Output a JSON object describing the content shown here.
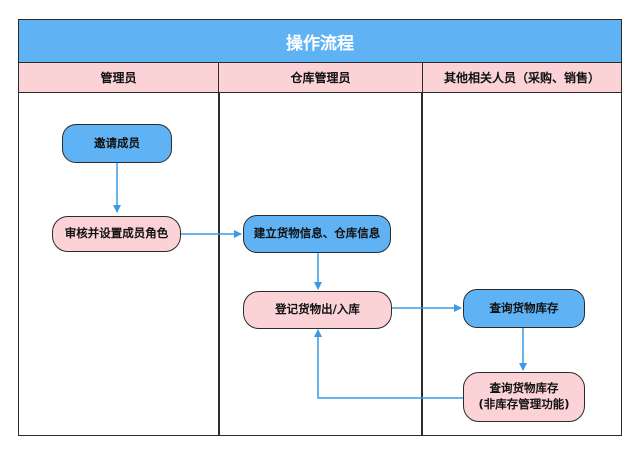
{
  "title": "操作流程",
  "lanes": [
    "管理员",
    "仓库管理员",
    "其他相关人员（采购、销售）"
  ],
  "nodes": {
    "invite": "邀请成员",
    "review": "审核并设置成员角色",
    "create_info": "建立货物信息、仓库信息",
    "register": "登记货物出/入库",
    "query": "查询货物库存",
    "query_nonmgmt_line1": "查询货物库存",
    "query_nonmgmt_line2": "(非库存管理功能)"
  },
  "colors": {
    "title_bg": "#5fb2f3",
    "lane_header_bg": "#fbd3d6",
    "node_blue": "#5fb2f3",
    "node_pink": "#fbd3d6",
    "arrow": "#3a9ae6"
  }
}
